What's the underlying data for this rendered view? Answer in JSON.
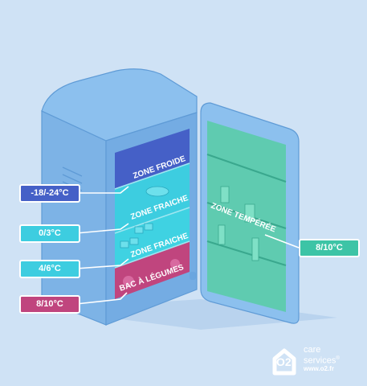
{
  "zones": {
    "freezer": "ZONE FROIDE",
    "fresh_upper": "ZONE FRAICHE",
    "fresh_lower": "ZONE FRAICHE",
    "vegetables": "BAC À LÉGUMES",
    "door": "ZONE TEMPÉRÉE"
  },
  "temperatures": {
    "freezer": "-18/-24°C",
    "fresh_upper": "0/3°C",
    "fresh_lower": "4/6°C",
    "vegetables": "8/10°C",
    "door": "8/10°C"
  },
  "colors": {
    "freezer": "#4560c7",
    "fresh": "#3dcde0",
    "vegetables": "#c0457e",
    "door": "#3dc4a6"
  },
  "brand": {
    "logo": "O2",
    "line1": "care",
    "line2": "services",
    "registered": "®",
    "url": "www.o2.fr"
  }
}
